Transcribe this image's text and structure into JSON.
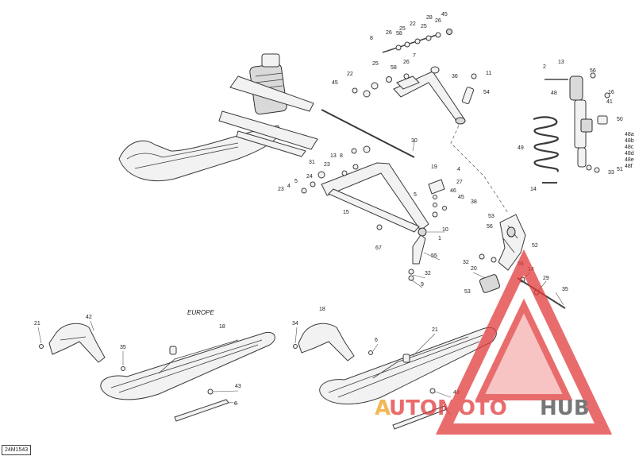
{
  "diagram": {
    "reference_code": "24M1543",
    "region_caption": "EUROPE",
    "callouts": [
      "45",
      "28",
      "26",
      "22",
      "25",
      "58",
      "26",
      "25",
      "8",
      "7",
      "25",
      "26",
      "58",
      "11",
      "36",
      "22",
      "54",
      "45",
      "2",
      "13",
      "56",
      "48",
      "16",
      "41",
      "50",
      "48a",
      "48b",
      "48c",
      "48d",
      "48e",
      "48f",
      "49",
      "30",
      "51",
      "33",
      "13",
      "8",
      "19",
      "4",
      "31",
      "27",
      "24",
      "23",
      "5",
      "5",
      "46",
      "45",
      "23",
      "4",
      "38",
      "15",
      "14",
      "53",
      "56",
      "10",
      "1",
      "67",
      "52",
      "55",
      "56",
      "32",
      "20",
      "14",
      "32",
      "29",
      "53",
      "9",
      "35",
      "42",
      "18",
      "21",
      "35",
      "18",
      "34",
      "21",
      "6",
      "43",
      "6",
      "43"
    ]
  },
  "watermark": {
    "text_red": "AUTOMOTO",
    "text_dark": "HUB",
    "colors": {
      "red": "#e23b3b",
      "dark": "#4a4a4a",
      "orange": "#f0a020"
    }
  }
}
